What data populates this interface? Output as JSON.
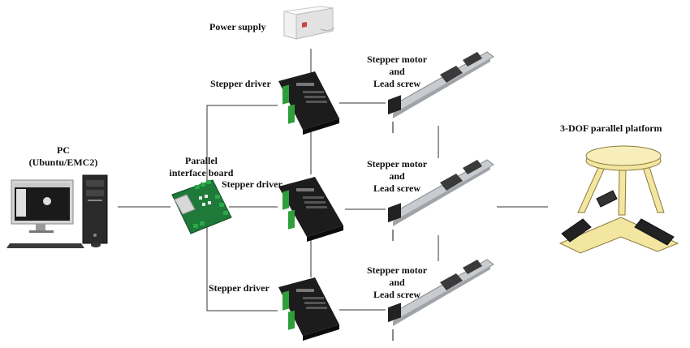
{
  "labels": {
    "power_supply": "Power supply",
    "stepper_driver_top": "Stepper driver",
    "stepper_driver_middle": "Stepper driver",
    "stepper_driver_bottom": "Stepper driver",
    "pc": "PC\n(Ubuntu/EMC2)",
    "interface_board": "Parallel\ninterface board",
    "motor_top": "Stepper motor\nand\nLead screw",
    "motor_middle": "Stepper motor\nand\nLead screw",
    "motor_bottom": "Stepper motor\nand\nLead screw",
    "platform": "3-DOF parallel platform"
  },
  "colors": {
    "wire": "#333333",
    "driver_body": "#1c1c1c",
    "terminal_green": "#2e9e3a",
    "pcb_green": "#1f7a3a",
    "rail_silver": "#c8ccd0",
    "carriage_dark": "#3a3a3a",
    "platform_yellow": "#f3e6a0",
    "platform_outline": "#8a7a3a",
    "motor_black": "#222222",
    "psu_white": "#eeeeee"
  }
}
